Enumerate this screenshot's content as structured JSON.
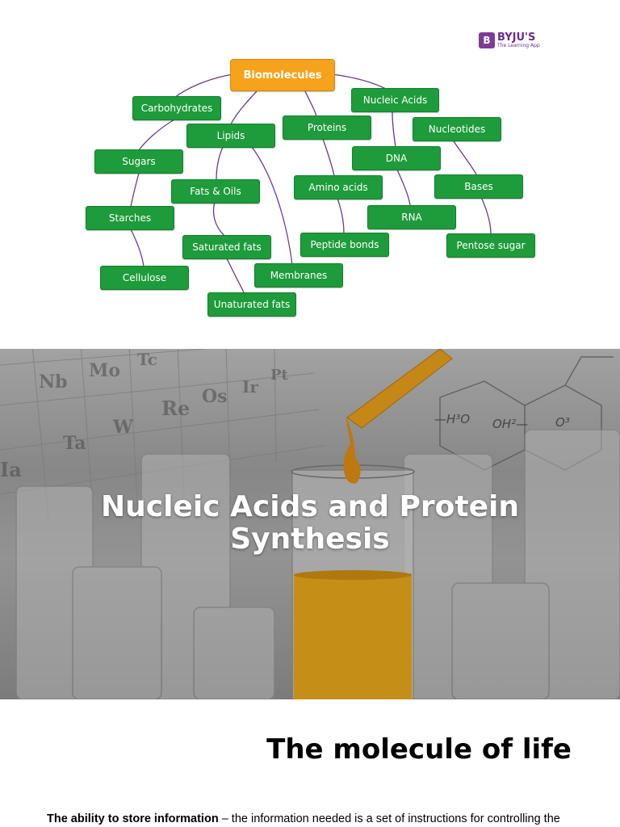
{
  "brand": {
    "mark": "B",
    "name": "BYJU'S",
    "tagline": "The Learning App"
  },
  "concept_map": {
    "root": "Biomolecules",
    "nodes": {
      "carbohydrates": "Carbohydrates",
      "lipids": "Lipids",
      "proteins": "Proteins",
      "nucleic_acids": "Nucleic Acids",
      "nucleotides": "Nucleotides",
      "sugars": "Sugars",
      "fats_oils": "Fats & Oils",
      "dna": "DNA",
      "amino_acids": "Amino acids",
      "bases": "Bases",
      "starches": "Starches",
      "rna": "RNA",
      "saturated_fats": "Saturated fats",
      "peptide_bonds": "Peptide bonds",
      "pentose_sugar": "Pentose sugar",
      "cellulose": "Cellulose",
      "membranes": "Membranes",
      "unsaturated_fats": "Unaturated fats"
    },
    "colors": {
      "node": "#1e9b3b",
      "root": "#f7a21b",
      "connector": "#6b2d8c"
    }
  },
  "banner": {
    "title_line1": "Nucleic Acids and Protein",
    "title_line2": "Synthesis"
  },
  "section": {
    "title": "The molecule of life",
    "body_bold": "The ability to store information",
    "body_rest": " – the information needed is a set of instructions for controlling the"
  }
}
